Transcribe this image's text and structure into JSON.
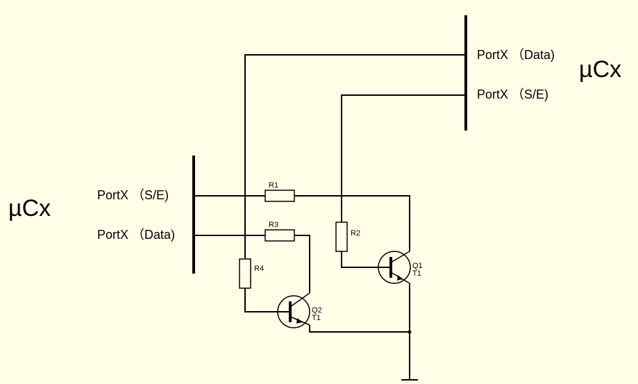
{
  "background_color": "#FFFFE8",
  "line_color": "#000000",
  "mcu_top": {
    "label": "µCx",
    "ports": [
      {
        "label": "PortX （Data)"
      },
      {
        "label": "PortX （S/E)"
      }
    ]
  },
  "mcu_left": {
    "label": "µCx",
    "ports": [
      {
        "label": "PortX （S/E)"
      },
      {
        "label": "PortX （Data)"
      }
    ]
  },
  "resistors": {
    "r1": {
      "ref": "R1"
    },
    "r2": {
      "ref": "R2"
    },
    "r3": {
      "ref": "R3"
    },
    "r4": {
      "ref": "R4"
    }
  },
  "transistors": {
    "q1": {
      "ref": "Q1",
      "value": "T1"
    },
    "q2": {
      "ref": "Q2",
      "value": "T1"
    }
  }
}
